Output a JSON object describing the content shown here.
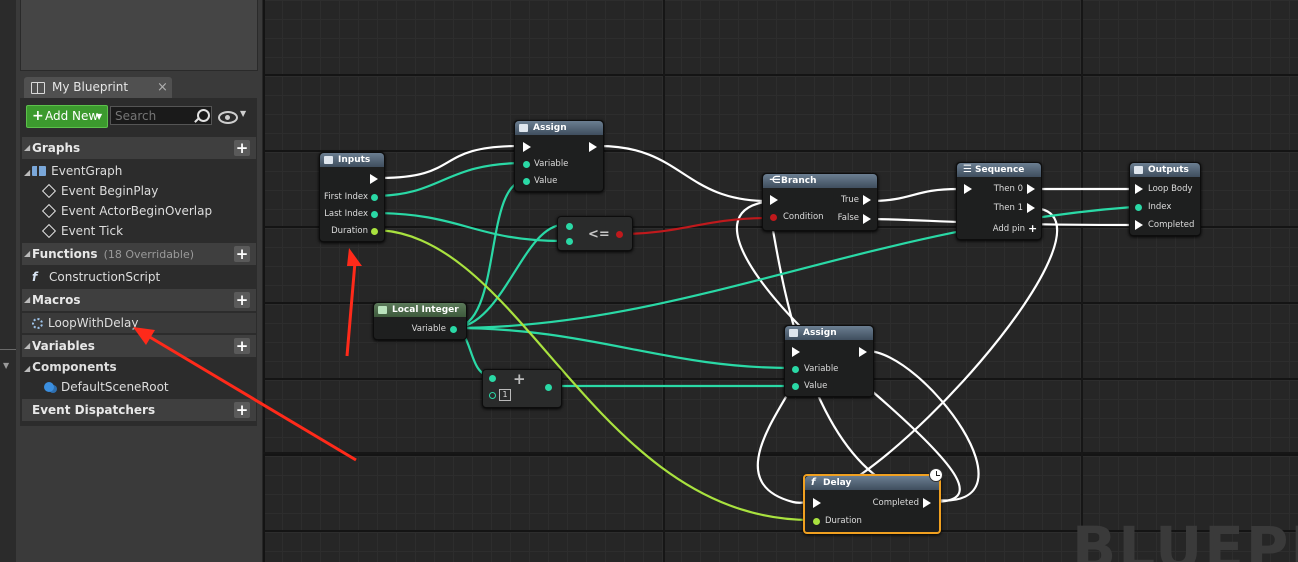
{
  "panel": {
    "tab_title": "My Blueprint",
    "tab_close": "×",
    "add_new_label": "Add New",
    "search_placeholder": "Search",
    "sections": {
      "graphs": "Graphs",
      "functions": "Functions",
      "functions_sub": "(18 Overridable)",
      "macros": "Macros",
      "variables": "Variables",
      "components": "Components",
      "event_dispatchers": "Event Dispatchers"
    },
    "graph_items": [
      "EventGraph",
      "Event BeginPlay",
      "Event ActorBeginOverlap",
      "Event Tick"
    ],
    "function_items": [
      "ConstructionScript"
    ],
    "macro_items": [
      "LoopWithDelay"
    ],
    "component_items": [
      "DefaultSceneRoot"
    ]
  },
  "graph": {
    "watermark": "BLUEPRINT",
    "nodes": {
      "inputs": {
        "title": "Inputs",
        "pins": [
          "First Index",
          "Last Index",
          "Duration"
        ]
      },
      "assign1": {
        "title": "Assign",
        "pins": [
          "Variable",
          "Value"
        ]
      },
      "compare": {
        "title": "<="
      },
      "branch": {
        "title": "Branch",
        "in_pins": [
          "Condition"
        ],
        "out_pins": [
          "True",
          "False"
        ]
      },
      "sequence": {
        "title": "Sequence",
        "out_pins": [
          "Then 0",
          "Then 1"
        ],
        "add_pin": "Add pin"
      },
      "outputs": {
        "title": "Outputs",
        "pins": [
          "Loop Body",
          "Index",
          "Completed"
        ]
      },
      "local_int": {
        "title": "Local Integer",
        "pins": [
          "Variable"
        ]
      },
      "add": {
        "title": "+",
        "value": "1"
      },
      "assign2": {
        "title": "Assign",
        "pins": [
          "Variable",
          "Value"
        ]
      },
      "delay": {
        "title": "Delay",
        "out_pins": [
          "Completed"
        ],
        "in_pins": [
          "Duration"
        ]
      }
    }
  },
  "colors": {
    "exec_wire": "#ffffff",
    "int_wire": "#2ad9a6",
    "float_wire": "#a9e23f",
    "bool_wire": "#c0191c",
    "annotation": "#ff2a1a",
    "add_new": "#3c9a2e",
    "delay_border": "#f0a020"
  }
}
